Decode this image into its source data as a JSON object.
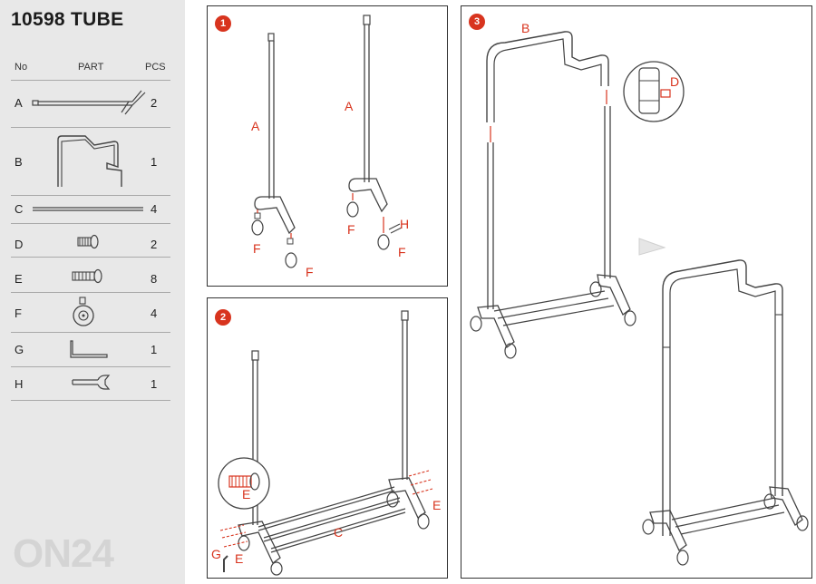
{
  "title": "10598 TUBE",
  "table": {
    "headers": {
      "no": "No",
      "part": "PART",
      "pcs": "PCS"
    },
    "rows": [
      {
        "no": "A",
        "pcs": "2"
      },
      {
        "no": "B",
        "pcs": "1"
      },
      {
        "no": "C",
        "pcs": "4"
      },
      {
        "no": "D",
        "pcs": "2"
      },
      {
        "no": "E",
        "pcs": "8"
      },
      {
        "no": "F",
        "pcs": "4"
      },
      {
        "no": "G",
        "pcs": "1"
      },
      {
        "no": "H",
        "pcs": "1"
      }
    ]
  },
  "steps": [
    {
      "number": "1",
      "labels": {
        "a1": "A",
        "a2": "A",
        "f1": "F",
        "f2": "F",
        "f3": "F",
        "f4": "F",
        "h": "H"
      }
    },
    {
      "number": "2",
      "labels": {
        "e1": "E",
        "e2": "E",
        "e3": "E",
        "c": "C",
        "g": "G"
      }
    },
    {
      "number": "3",
      "labels": {
        "b": "B",
        "d": "D"
      }
    }
  ],
  "watermark": "ON24",
  "colors": {
    "accent": "#d8341e",
    "sidebar": "#e8e8e8",
    "line": "#333333"
  }
}
